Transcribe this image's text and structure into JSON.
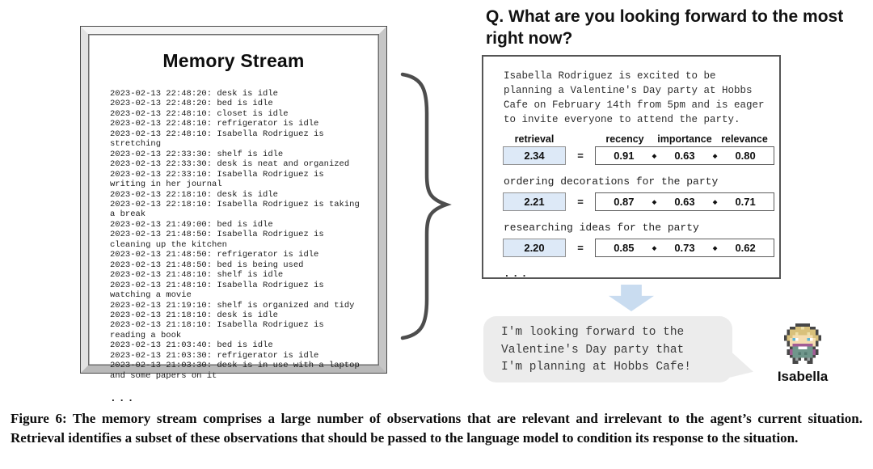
{
  "memory_stream": {
    "title": "Memory Stream",
    "entries": [
      "2023-02-13 22:48:20: desk is idle",
      "2023-02-13 22:48:20: bed is idle",
      "2023-02-13 22:48:10: closet is idle",
      "2023-02-13 22:48:10: refrigerator is idle",
      "2023-02-13 22:48:10: Isabella Rodriguez is stretching",
      "2023-02-13 22:33:30: shelf is idle",
      "2023-02-13 22:33:30: desk is neat and organized",
      "2023-02-13 22:33:10: Isabella Rodriguez is writing in her journal",
      "2023-02-13 22:18:10: desk is idle",
      "2023-02-13 22:18:10: Isabella Rodriguez is taking a break",
      "2023-02-13 21:49:00: bed is idle",
      "2023-02-13 21:48:50: Isabella Rodriguez is cleaning up the kitchen",
      "2023-02-13 21:48:50: refrigerator is idle",
      "2023-02-13 21:48:50: bed is being used",
      "2023-02-13 21:48:10: shelf is idle",
      "2023-02-13 21:48:10: Isabella Rodriguez is watching a movie",
      "2023-02-13 21:19:10: shelf is organized and tidy",
      "2023-02-13 21:18:10: desk is idle",
      "2023-02-13 21:18:10: Isabella Rodriguez is reading a book",
      "2023-02-13 21:03:40: bed is idle",
      "2023-02-13 21:03:30: refrigerator is idle",
      "2023-02-13 21:03:30: desk is in use with a laptop and some papers on it"
    ],
    "ellipsis": "..."
  },
  "question": "Q. What are you looking forward to the most right now?",
  "retrieval_panel": {
    "summary": "Isabella Rodriguez is excited to be planning a Valentine's Day party at Hobbs Cafe on February 14th from 5pm and is eager to invite everyone to attend the party.",
    "headers": {
      "retrieval": "retrieval",
      "recency": "recency",
      "importance": "importance",
      "relevance": "relevance"
    },
    "equals": "=",
    "dot": "◆",
    "rows": [
      {
        "retrieval": "2.34",
        "recency": "0.91",
        "importance": "0.63",
        "relevance": "0.80"
      },
      {
        "label": "ordering decorations for the party",
        "retrieval": "2.21",
        "recency": "0.87",
        "importance": "0.63",
        "relevance": "0.71"
      },
      {
        "label": "researching ideas for the party",
        "retrieval": "2.20",
        "recency": "0.85",
        "importance": "0.73",
        "relevance": "0.62"
      }
    ],
    "ellipsis": "..."
  },
  "response": {
    "bubble_text": "I'm looking forward to the\nValentine's Day party that\nI'm planning at Hobbs Cafe!",
    "agent_name": "Isabella"
  },
  "caption": "Figure 6: The memory stream comprises a large number of observations that are relevant and irrelevant to the agent’s current situation. Retrieval identifies a subset of these observations that should be passed to the language model to condition its response to the situation.",
  "colors": {
    "score_box_blue": "#dde9f7",
    "arrow_blue": "#c9dcf0",
    "bubble_gray": "#ececec",
    "frame_outline": "#4a4a4a",
    "panel_border": "#555555"
  }
}
